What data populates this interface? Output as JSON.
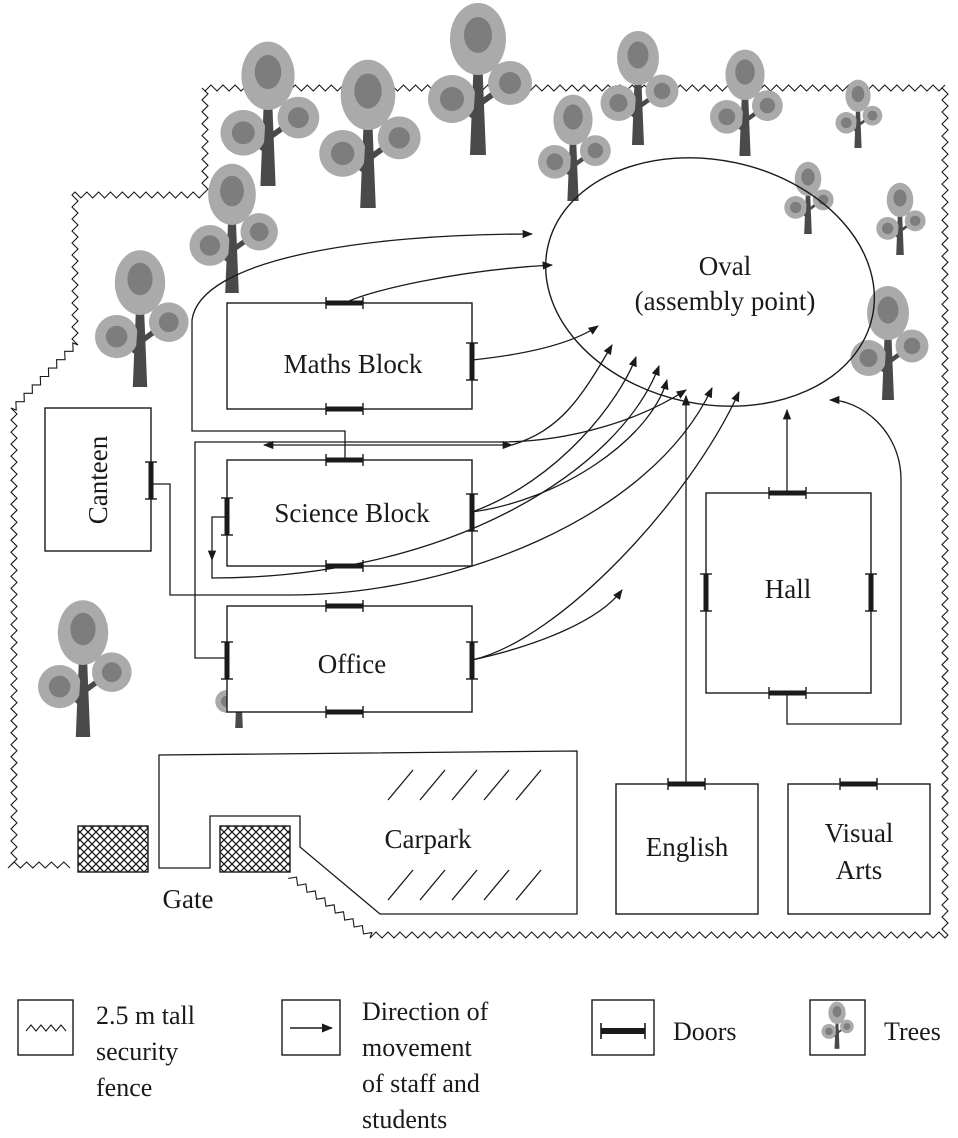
{
  "buildings": {
    "oval": [
      "Oval",
      "(assembly point)"
    ],
    "maths": "Maths Block",
    "science": "Science Block",
    "office": "Office",
    "canteen": "Canteen",
    "hall": "Hall",
    "english": "English",
    "visual_arts": [
      "Visual",
      "Arts"
    ],
    "carpark": "Carpark",
    "gate": "Gate"
  },
  "legend": {
    "fence": [
      "2.5 m tall",
      "security",
      "fence"
    ],
    "direction": [
      "Direction of",
      "movement",
      "of staff and",
      "students"
    ],
    "doors": "Doors",
    "trees": "Trees"
  },
  "colors": {
    "line": "#1a1a1a",
    "tree_outer": "#aaaaaa",
    "tree_inner": "#7d7d7d",
    "trunk": "#4a4a4a",
    "gate_hatch": "#1a1a1a"
  },
  "icons": {
    "fence": "zigzag-fence-icon",
    "arrow": "arrow-right-icon",
    "door": "door-bar-icon",
    "tree": "tree-icon"
  }
}
